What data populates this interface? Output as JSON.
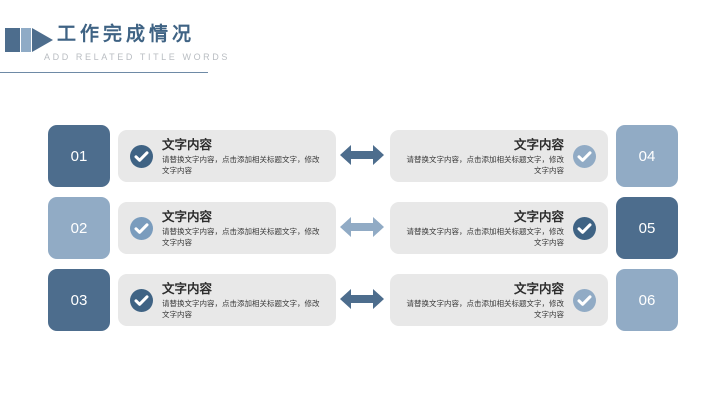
{
  "header": {
    "title": "工作完成情况",
    "subtitle": "ADD RELATED TITLE WORDS",
    "logo_icon": "chevron-logo-icon"
  },
  "colors": {
    "dark_blue": "#4d6d8d",
    "light_blue": "#91abc5",
    "card_gray": "#e8e8e8",
    "title_blue": "#3f6384",
    "subtitle_gray": "#b9bdc2",
    "rule_blue": "#6e8aa6"
  },
  "rows": [
    {
      "arrow_color": "#4d6d8d",
      "left": {
        "number": "01",
        "badge_color": "#4d6d8d",
        "check_color": "#3f6384",
        "title": "文字内容",
        "body": "请替换文字内容，点击添加相关标题文字，修改文字内容"
      },
      "right": {
        "number": "04",
        "badge_color": "#91abc5",
        "check_color": "#91abc5",
        "title": "文字内容",
        "body": "请替换文字内容，点击添加相关标题文字，修改文字内容"
      }
    },
    {
      "arrow_color": "#91abc5",
      "left": {
        "number": "02",
        "badge_color": "#91abc5",
        "check_color": "#7a9cbd",
        "title": "文字内容",
        "body": "请替换文字内容，点击添加相关标题文字，修改文字内容"
      },
      "right": {
        "number": "05",
        "badge_color": "#4d6d8d",
        "check_color": "#3f6384",
        "title": "文字内容",
        "body": "请替换文字内容，点击添加相关标题文字，修改文字内容"
      }
    },
    {
      "arrow_color": "#4d6d8d",
      "left": {
        "number": "03",
        "badge_color": "#4d6d8d",
        "check_color": "#3f6384",
        "title": "文字内容",
        "body": "请替换文字内容，点击添加相关标题文字，修改文字内容"
      },
      "right": {
        "number": "06",
        "badge_color": "#91abc5",
        "check_color": "#91abc5",
        "title": "文字内容",
        "body": "请替换文字内容，点击添加相关标题文字，修改文字内容"
      }
    }
  ]
}
